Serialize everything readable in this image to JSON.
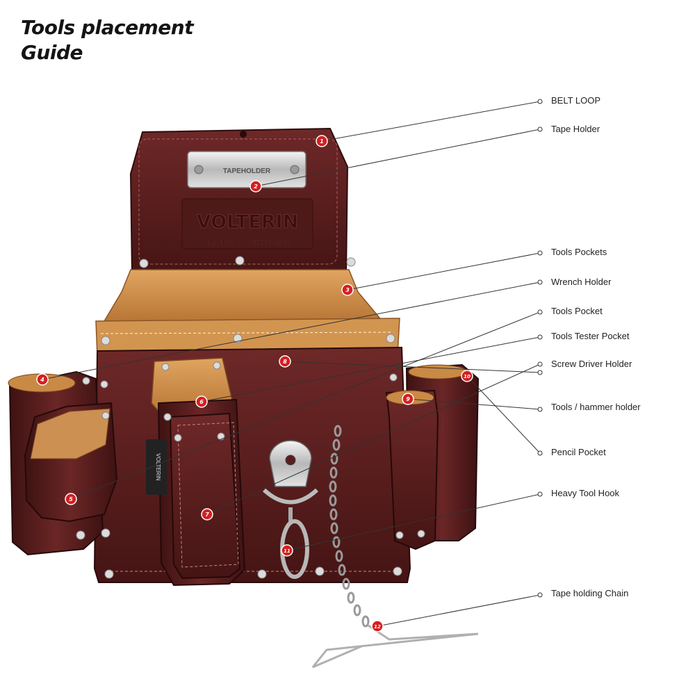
{
  "title_line1": "Tools placement",
  "title_line2": "Guide",
  "brand_main": "VOLTERIN",
  "brand_tagline": "CRAFTED FOR EXCELLENCE",
  "tape_clip_text": "TAPEHOLDER",
  "side_tag_text": "VOLTERIN",
  "marker_color": "#d42020",
  "leader_color": "#333333",
  "leather_dark": "#5a1e1e",
  "leather_tan": "#c98a45",
  "callouts": [
    {
      "num": "1",
      "label": "BELT LOOP"
    },
    {
      "num": "2",
      "label": "Tape Holder"
    },
    {
      "num": "3",
      "label": "Tools Pockets"
    },
    {
      "num": "4",
      "label": "Wrench Holder"
    },
    {
      "num": "5",
      "label": "Tools Pocket"
    },
    {
      "num": "6",
      "label": "Tools Tester Pocket"
    },
    {
      "num": "7",
      "label": "Screw Driver Holder"
    },
    {
      "num": "8",
      "label": ""
    },
    {
      "num": "9",
      "label": "Tools / hammer holder"
    },
    {
      "num": "10",
      "label": "Pencil Pocket"
    },
    {
      "num": "11",
      "label": "Heavy Tool Hook"
    },
    {
      "num": "12",
      "label": "Tape holding Chain"
    }
  ]
}
